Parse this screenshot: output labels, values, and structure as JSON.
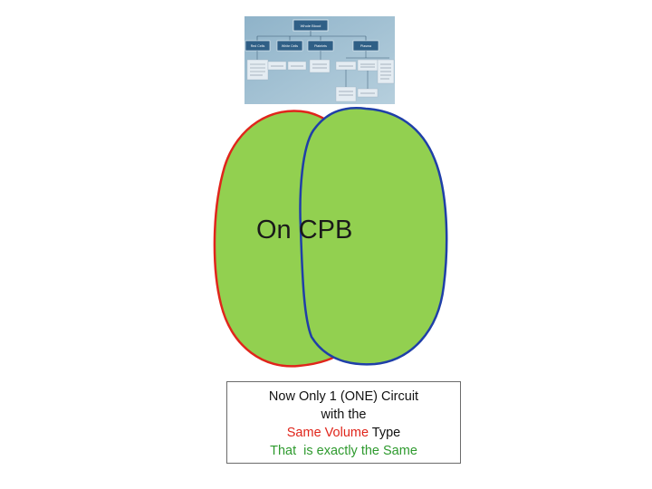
{
  "slide": {
    "org_chart": {
      "root": "Whole Blood",
      "branches": [
        "Red Cells",
        "White Cells",
        "Platelets",
        "Plasma"
      ]
    },
    "center_label": "On CPB",
    "caption": {
      "line1": "Now Only 1 (ONE) Circuit",
      "line2": "with the",
      "line3_highlight": "Same Volume",
      "line3_rest": " Type",
      "line4": "That  is exactly the Same"
    },
    "colors": {
      "fill": "#92d050",
      "left_outline": "#e0251b",
      "right_outline": "#1f3fa8",
      "highlight_red": "#e0251b",
      "highlight_green": "#2e9a2e"
    }
  }
}
